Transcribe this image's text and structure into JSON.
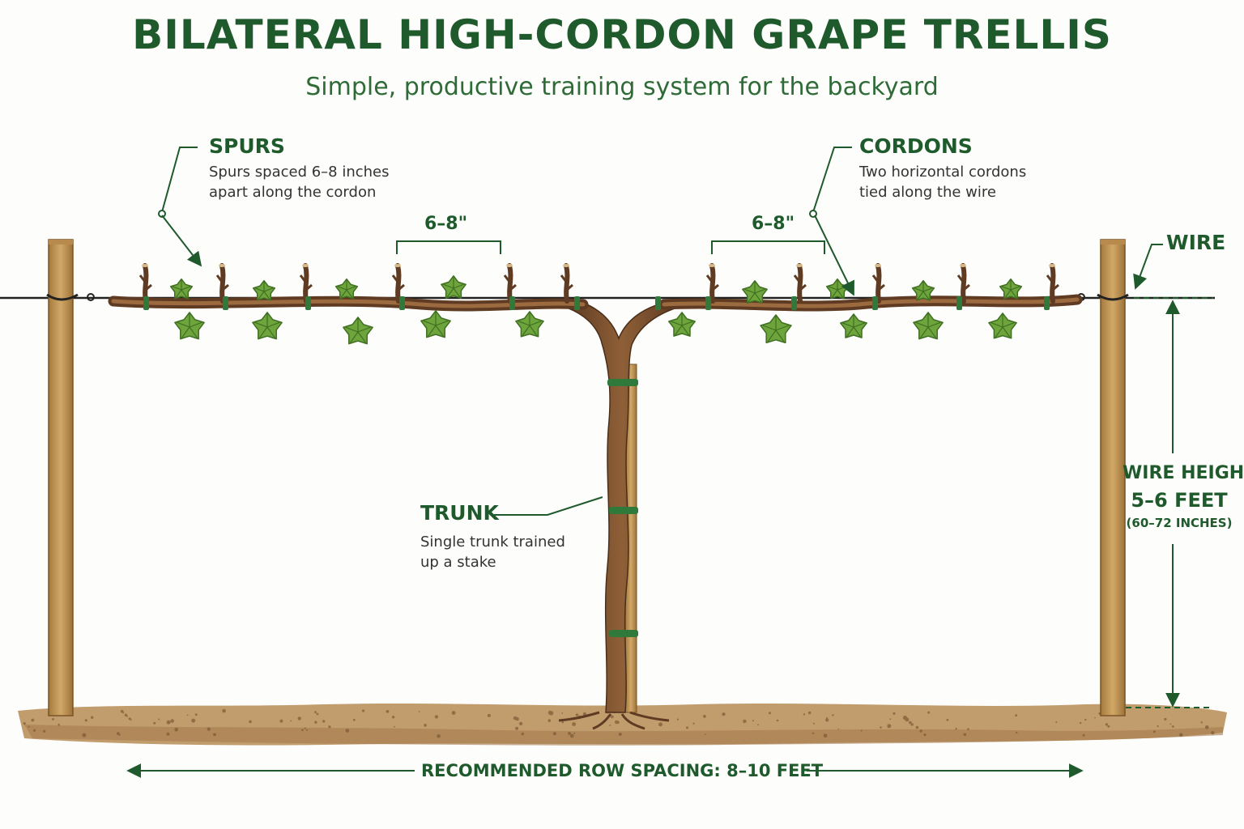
{
  "header": {
    "title": "BILATERAL HIGH-CORDON GRAPE TRELLIS",
    "subtitle": "Simple, productive training system for the backyard"
  },
  "callouts": {
    "spurs": {
      "label": "SPURS",
      "desc_line1": "Spurs spaced 6–8 inches",
      "desc_line2": "apart along the cordon"
    },
    "cordons": {
      "label": "CORDONS",
      "desc_line1": "Two horizontal cordons",
      "desc_line2": "tied along the wire"
    },
    "trunk": {
      "label": "TRUNK",
      "desc_line1": "Single trunk trained",
      "desc_line2": "up a stake"
    },
    "wire": {
      "label": "WIRE"
    }
  },
  "dimensions": {
    "spur_spacing_left": "6–8\"",
    "spur_spacing_right": "6–8\"",
    "wire_height_line1": "WIRE HEIGHT",
    "wire_height_line2": "5–6 FEET",
    "wire_height_line3": "(60–72 INCHES)",
    "row_spacing": "RECOMMENDED ROW SPACING:  8–10 FEET"
  },
  "colors": {
    "accent_green": "#1f5a2c",
    "leaf_green": "#6ea43c",
    "wood": "#c39a5a",
    "vine_brown": "#7a5030",
    "soil": "#b48a5c"
  }
}
